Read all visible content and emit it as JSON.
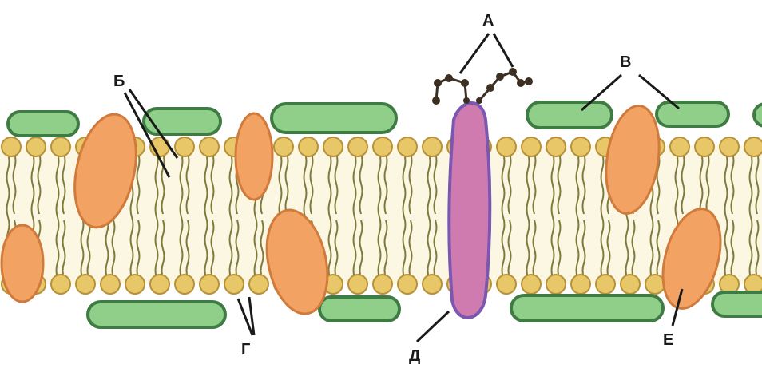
{
  "labels": {
    "a": "А",
    "b": "Б",
    "v": "В",
    "g": "Г",
    "d": "Д",
    "e": "Е"
  },
  "colors": {
    "background": "#ffffff",
    "interior": "#fbf7e3",
    "lipid_head": "#e7c768",
    "lipid_head_stroke": "#b8923a",
    "lipid_tail": "#7f7a3c",
    "peripheral_protein": "#8fcf8a",
    "peripheral_protein_stroke": "#3f7c43",
    "integral_protein": "#f2a262",
    "integral_protein_stroke": "#d07a3c",
    "transmembrane_protein": "#d07bb0",
    "transmembrane_protein_stroke": "#7a58b0",
    "glycocalyx": "#3d2f22",
    "label_line": "#1a1a1a"
  }
}
